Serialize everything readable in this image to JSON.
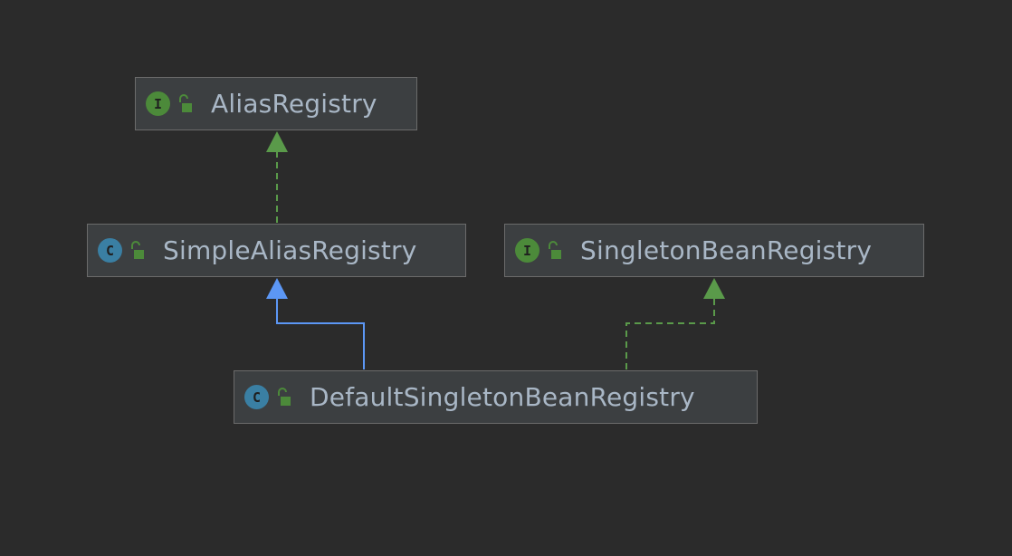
{
  "colors": {
    "background": "#2b2b2b",
    "node_fill": "#3c3f41",
    "node_border": "#6b6b6b",
    "text": "#a9b7c6",
    "interface_badge": "#4c8a3a",
    "class_badge": "#3a7fa3",
    "implements_edge": "#5a9a4a",
    "extends_edge": "#5c97f5"
  },
  "nodes": {
    "alias_registry": {
      "label": "AliasRegistry",
      "kind_letter": "I",
      "kind": "interface"
    },
    "simple_alias_registry": {
      "label": "SimpleAliasRegistry",
      "kind_letter": "C",
      "kind": "class"
    },
    "singleton_bean_registry": {
      "label": "SingletonBeanRegistry",
      "kind_letter": "I",
      "kind": "interface"
    },
    "default_singleton_bean_registry": {
      "label": "DefaultSingletonBeanRegistry",
      "kind_letter": "C",
      "kind": "class"
    }
  },
  "edges": [
    {
      "from": "SimpleAliasRegistry",
      "to": "AliasRegistry",
      "relation": "implements",
      "style": "dashed"
    },
    {
      "from": "DefaultSingletonBeanRegistry",
      "to": "SimpleAliasRegistry",
      "relation": "extends",
      "style": "solid"
    },
    {
      "from": "DefaultSingletonBeanRegistry",
      "to": "SingletonBeanRegistry",
      "relation": "implements",
      "style": "dashed"
    }
  ]
}
